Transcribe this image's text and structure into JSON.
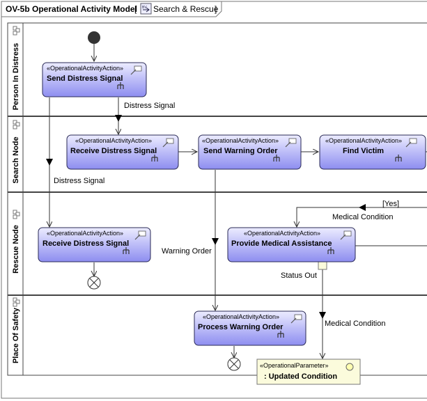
{
  "diagram": {
    "title": "OV-5b Operational Activity Model",
    "context_bracket_open": "[",
    "context_name": "Search & Rescue",
    "context_bracket_close": "]"
  },
  "lanes": [
    {
      "id": "person",
      "label": "Person In Distress"
    },
    {
      "id": "search",
      "label": "Search Node"
    },
    {
      "id": "rescue",
      "label": "Rescue Node"
    },
    {
      "id": "safety",
      "label": "Place Of Safety"
    }
  ],
  "actions": [
    {
      "id": "send-distress-signal",
      "stereotype": "«OperationalActivityAction»",
      "name": "Send Distress Signal"
    },
    {
      "id": "receive-distress-signal-search",
      "stereotype": "«OperationalActivityAction»",
      "name": "Receive Distress Signal"
    },
    {
      "id": "send-warning-order",
      "stereotype": "«OperationalActivityAction»",
      "name": "Send Warning Order"
    },
    {
      "id": "find-victim",
      "stereotype": "«OperationalActivityAction»",
      "name": "Find Victim"
    },
    {
      "id": "receive-distress-signal-rescue",
      "stereotype": "«OperationalActivityAction»",
      "name": "Receive Distress Signal"
    },
    {
      "id": "provide-medical-assistance",
      "stereotype": "«OperationalActivityAction»",
      "name": "Provide Medical Assistance"
    },
    {
      "id": "process-warning-order",
      "stereotype": "«OperationalActivityAction»",
      "name": "Process Warning Order"
    }
  ],
  "parameter": {
    "stereotype": "«OperationalParameter»",
    "name": ": Updated Condition"
  },
  "edge_labels": {
    "distress_signal_1": "Distress Signal",
    "distress_signal_2": "Distress Signal",
    "warning_order": "Warning Order",
    "status_out": "Status Out",
    "medical_condition_top": "Medical Condition",
    "medical_condition_bottom": "Medical Condition",
    "yes_guard": "[Yes]"
  },
  "colors": {
    "action_fill_start": "#e2e2ff",
    "action_fill_end": "#8a8aee",
    "action_stroke": "#2a2a55",
    "parameter_fill": "#fbfbdc",
    "frame_stroke": "#555555",
    "lane_stroke": "#444444"
  }
}
